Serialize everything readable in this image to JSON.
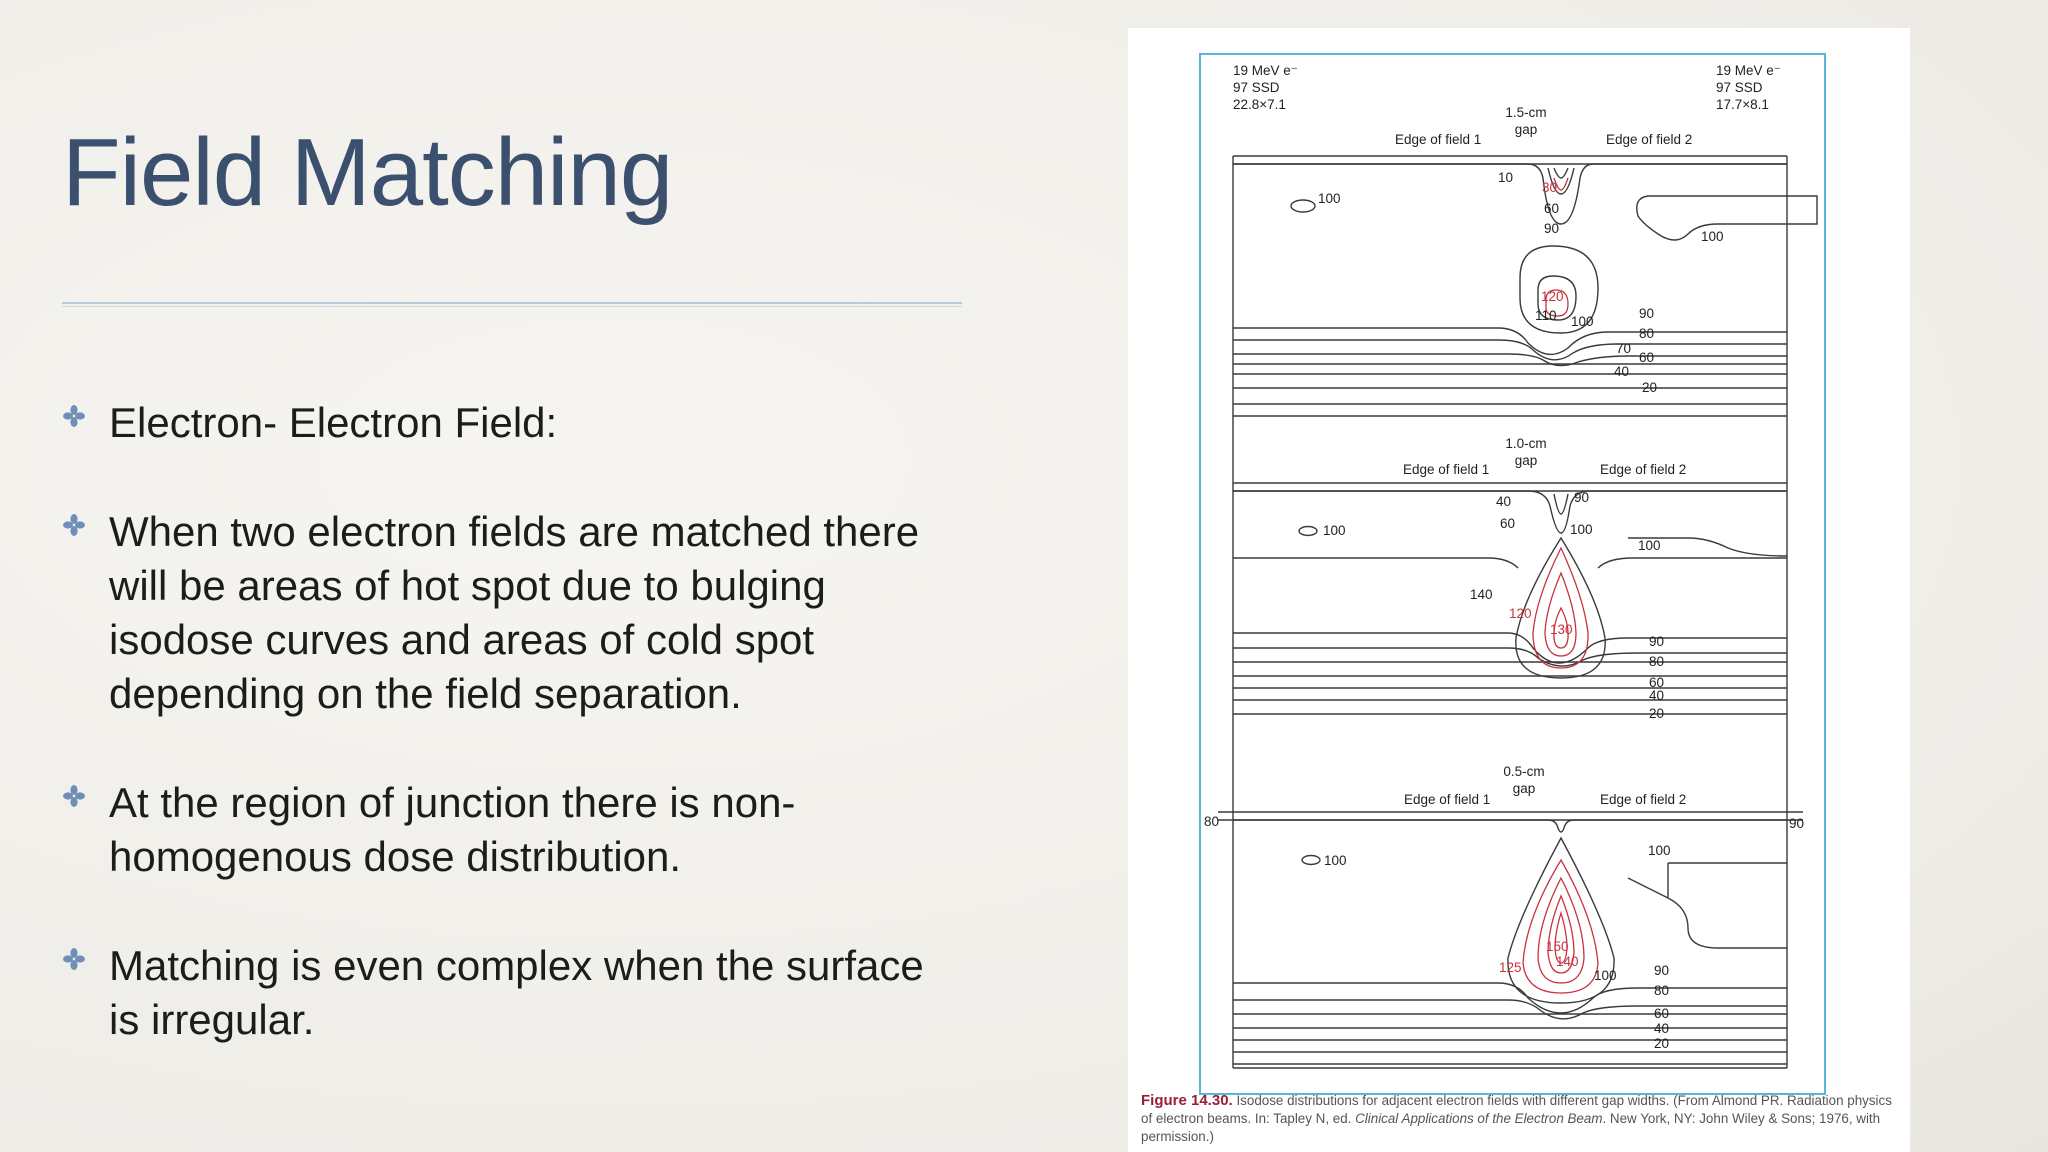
{
  "slide": {
    "title": "Field Matching",
    "bullets": [
      "Electron- Electron Field:",
      "When two electron fields are matched there will be areas of hot spot due to bulging isodose curves and areas of cold spot depending on the field separation.",
      "At the region of junction there is non-homogenous dose distribution.",
      "Matching is even complex when the surface is irregular."
    ]
  },
  "figure": {
    "header_left": [
      "19 MeV e⁻",
      "97 SSD",
      "22.8×7.1"
    ],
    "header_right": [
      "19 MeV e⁻",
      "97 SSD",
      "17.7×8.1"
    ],
    "edge_field_1": "Edge of field 1",
    "edge_field_2": "Edge of field 2",
    "panels": [
      {
        "gap": "1.5-cm",
        "gap_word": "gap",
        "labels": [
          "10",
          "30",
          "60",
          "90",
          "100",
          "100",
          "120",
          "110",
          "100",
          "90",
          "80",
          "70",
          "60",
          "40",
          "20"
        ]
      },
      {
        "gap": "1.0-cm",
        "gap_word": "gap",
        "labels": [
          "40",
          "60",
          "90",
          "100",
          "100",
          "100",
          "140",
          "120",
          "130",
          "90",
          "80",
          "60",
          "40",
          "20"
        ]
      },
      {
        "gap": "0.5-cm",
        "gap_word": "gap",
        "labels": [
          "80",
          "90",
          "100",
          "100",
          "150",
          "140",
          "125",
          "100",
          "90",
          "80",
          "60",
          "40",
          "20"
        ]
      }
    ],
    "caption": {
      "label": "Figure 14.30.",
      "text1": "Isodose distributions for adjacent electron fields with different gap widths. (From Almond PR. Radiation physics of electron beams. In: Tapley N, ed. ",
      "book": "Clinical Applications of the Electron Beam",
      "text2": ". New York, NY: John Wiley & Sons; 1976, with permission.)"
    }
  }
}
